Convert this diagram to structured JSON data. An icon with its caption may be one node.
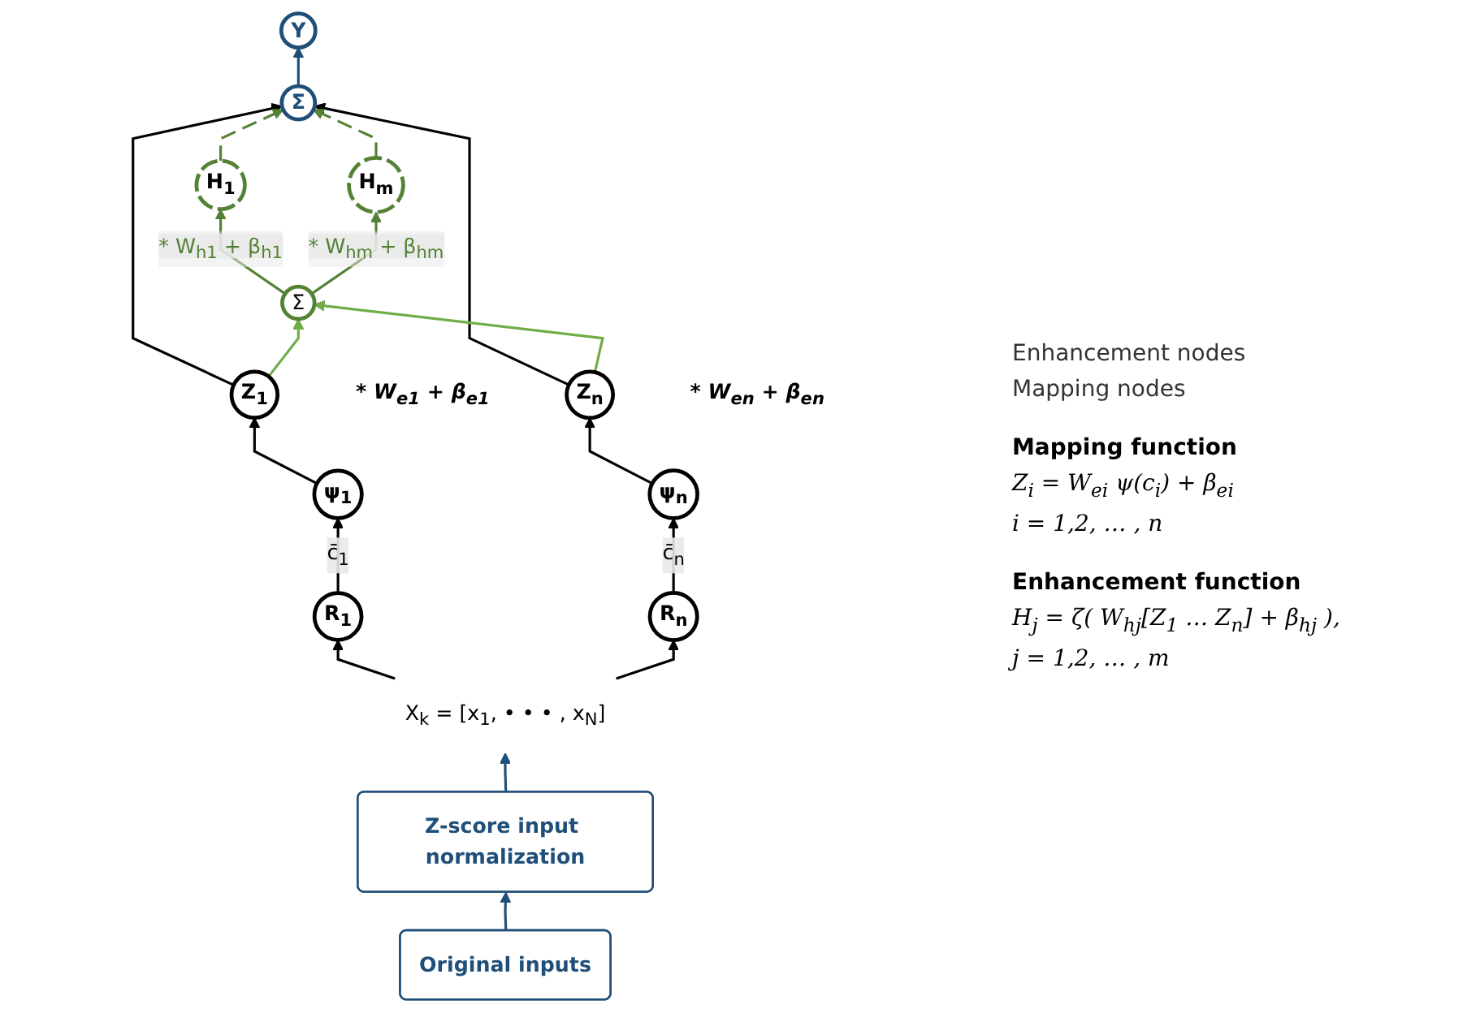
{
  "diagram": {
    "nodes": [
      {
        "text": [
          "Y"
        ]
      },
      {
        "text": [
          "Σ"
        ]
      },
      {
        "text": [
          "H$_{1}$"
        ]
      },
      {
        "text": [
          "H$_{m}$"
        ]
      },
      {
        "text": [
          "Σ"
        ]
      },
      {
        "text": [
          "Z$_{1}$"
        ]
      },
      {
        "text": [
          "Z$_{n}$"
        ]
      },
      {
        "text": [
          "ψ$_{1}$"
        ],
        "beside": [
          "* W$_{e1}$ + β$_{e1}$"
        ]
      },
      {
        "text": [
          "ψ$_{n}$"
        ],
        "beside": [
          "* W$_{en}$ + β$_{en}$"
        ]
      },
      {
        "text": [
          "R$_{1}$"
        ]
      },
      {
        "text": [
          "R$_{n}$"
        ]
      },
      {
        "text": [
          "X$_{k}$ = [x$_{1}$, • • • , x$_{N}$]"
        ]
      },
      {
        "text": [
          "Z-score input normalization"
        ]
      },
      {
        "text": [
          "Original inputs"
        ]
      }
    ],
    "edges": [
      {
        "from": 1,
        "to": 0,
        "arrow": "to",
        "color": "#1f4e79"
      },
      {
        "from": 5,
        "to": 1,
        "arrow": "to"
      },
      {
        "from": 6,
        "to": 1,
        "arrow": "to"
      },
      {
        "from": 2,
        "to": 1,
        "arrow": "to",
        "style": "dashed",
        "color": "#548235"
      },
      {
        "from": 3,
        "to": 1,
        "arrow": "to",
        "style": "dashed",
        "color": "#548235"
      },
      {
        "from": 5,
        "to": 4,
        "arrow": "to",
        "color": "#70ad47"
      },
      {
        "from": 6,
        "to": 4,
        "arrow": "to",
        "color": "#70ad47"
      },
      {
        "from": 4,
        "to": 2,
        "arrow": "to",
        "label": "* W$_{h1}$ + β$_{h1}$",
        "color": "#548235"
      },
      {
        "from": 4,
        "to": 3,
        "arrow": "to",
        "label": "* W$_{hm}$ + β$_{hm}$",
        "color": "#548235"
      },
      {
        "from": 7,
        "to": 5,
        "arrow": "to"
      },
      {
        "from": 8,
        "to": 6,
        "arrow": "to"
      },
      {
        "from": 9,
        "to": 7,
        "arrow": "to",
        "label": "c̄$_{1}$"
      },
      {
        "from": 10,
        "to": 8,
        "arrow": "to",
        "label": "c̄$_{n}$"
      },
      {
        "from": 11,
        "to": 9,
        "arrow": "to"
      },
      {
        "from": 11,
        "to": 10,
        "arrow": "to"
      },
      {
        "from": 12,
        "to": 11,
        "arrow": "to",
        "color": "#1f4e79"
      },
      {
        "from": 13,
        "to": 12,
        "arrow": "to",
        "color": "#1f4e79"
      }
    ],
    "labels": [
      "Enhancement nodes",
      "Mapping nodes",
      "Mapping function",
      "Z$_{i}$ = W$_{ei}$ ψ(c$_{i}$) + β$_{ei}$",
      "i = 1,2, … , n",
      "Enhancement function",
      "H$_{j}$ = ζ( W$_{hj}$[Z$_{1}$ … Z$_{n}$] + β$_{hj}$ ),",
      "j = 1,2, … , m"
    ]
  }
}
